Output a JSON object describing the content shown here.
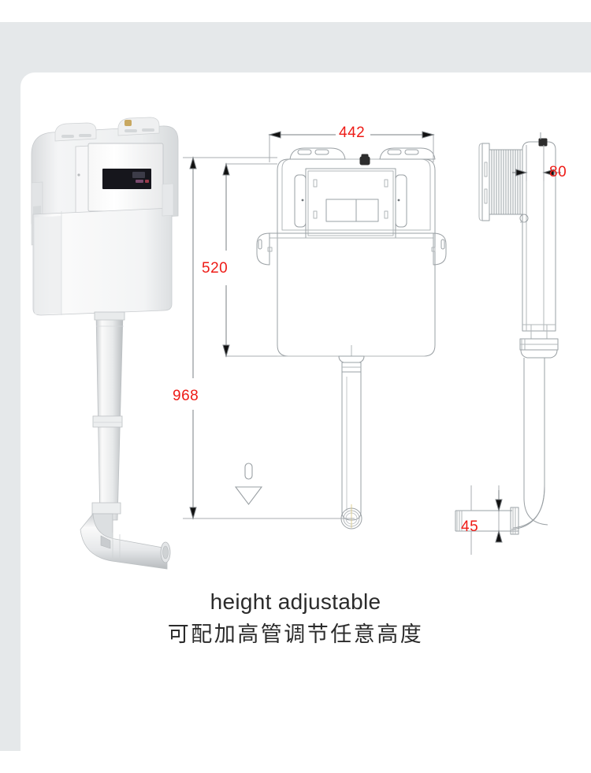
{
  "page": {
    "background_color": "#ffffff",
    "frame_color": "#e5e8ea",
    "card_color": "#ffffff"
  },
  "caption": {
    "english": "height adjustable",
    "chinese": "可配加高管调节任意高度"
  },
  "dimensions": {
    "color": "#ee1b16",
    "unit_implied": "mm",
    "items": [
      {
        "name": "overall-width",
        "value": "442",
        "orientation": "horizontal",
        "view": "front"
      },
      {
        "name": "cistern-body-height",
        "value": "520",
        "orientation": "vertical",
        "view": "front"
      },
      {
        "name": "overall-height",
        "value": "968",
        "orientation": "vertical",
        "view": "front"
      },
      {
        "name": "cistern-depth",
        "value": "80",
        "orientation": "horizontal",
        "view": "side"
      },
      {
        "name": "outlet-pipe-height",
        "value": "45",
        "orientation": "vertical",
        "view": "side"
      }
    ]
  },
  "views": {
    "photo": {
      "name": "product-photo",
      "description": "concealed toilet cistern with dual flush plate and adjustable down pipe",
      "body_color": "#f2f3f4",
      "plate_color": "#fbfbfb",
      "window_color": "#1a1a20"
    },
    "front": {
      "name": "front-elevation-drawing",
      "line_color": "#9aa0a4",
      "flush_plate": {
        "buttons": 2
      },
      "ground_symbol": "floor-level-marker"
    },
    "side": {
      "name": "side-elevation-drawing",
      "line_color": "#9aa0a4"
    }
  },
  "chart_data": {
    "type": "table",
    "title": "Concealed cistern dimension drawing",
    "categories": [
      "Width",
      "Cistern height",
      "Overall height",
      "Depth",
      "Outlet height"
    ],
    "values": [
      442,
      520,
      968,
      80,
      45
    ],
    "ylabel": "mm",
    "xlabel": "",
    "annotations": [
      "height adjustable",
      "可配加高管调节任意高度"
    ]
  }
}
